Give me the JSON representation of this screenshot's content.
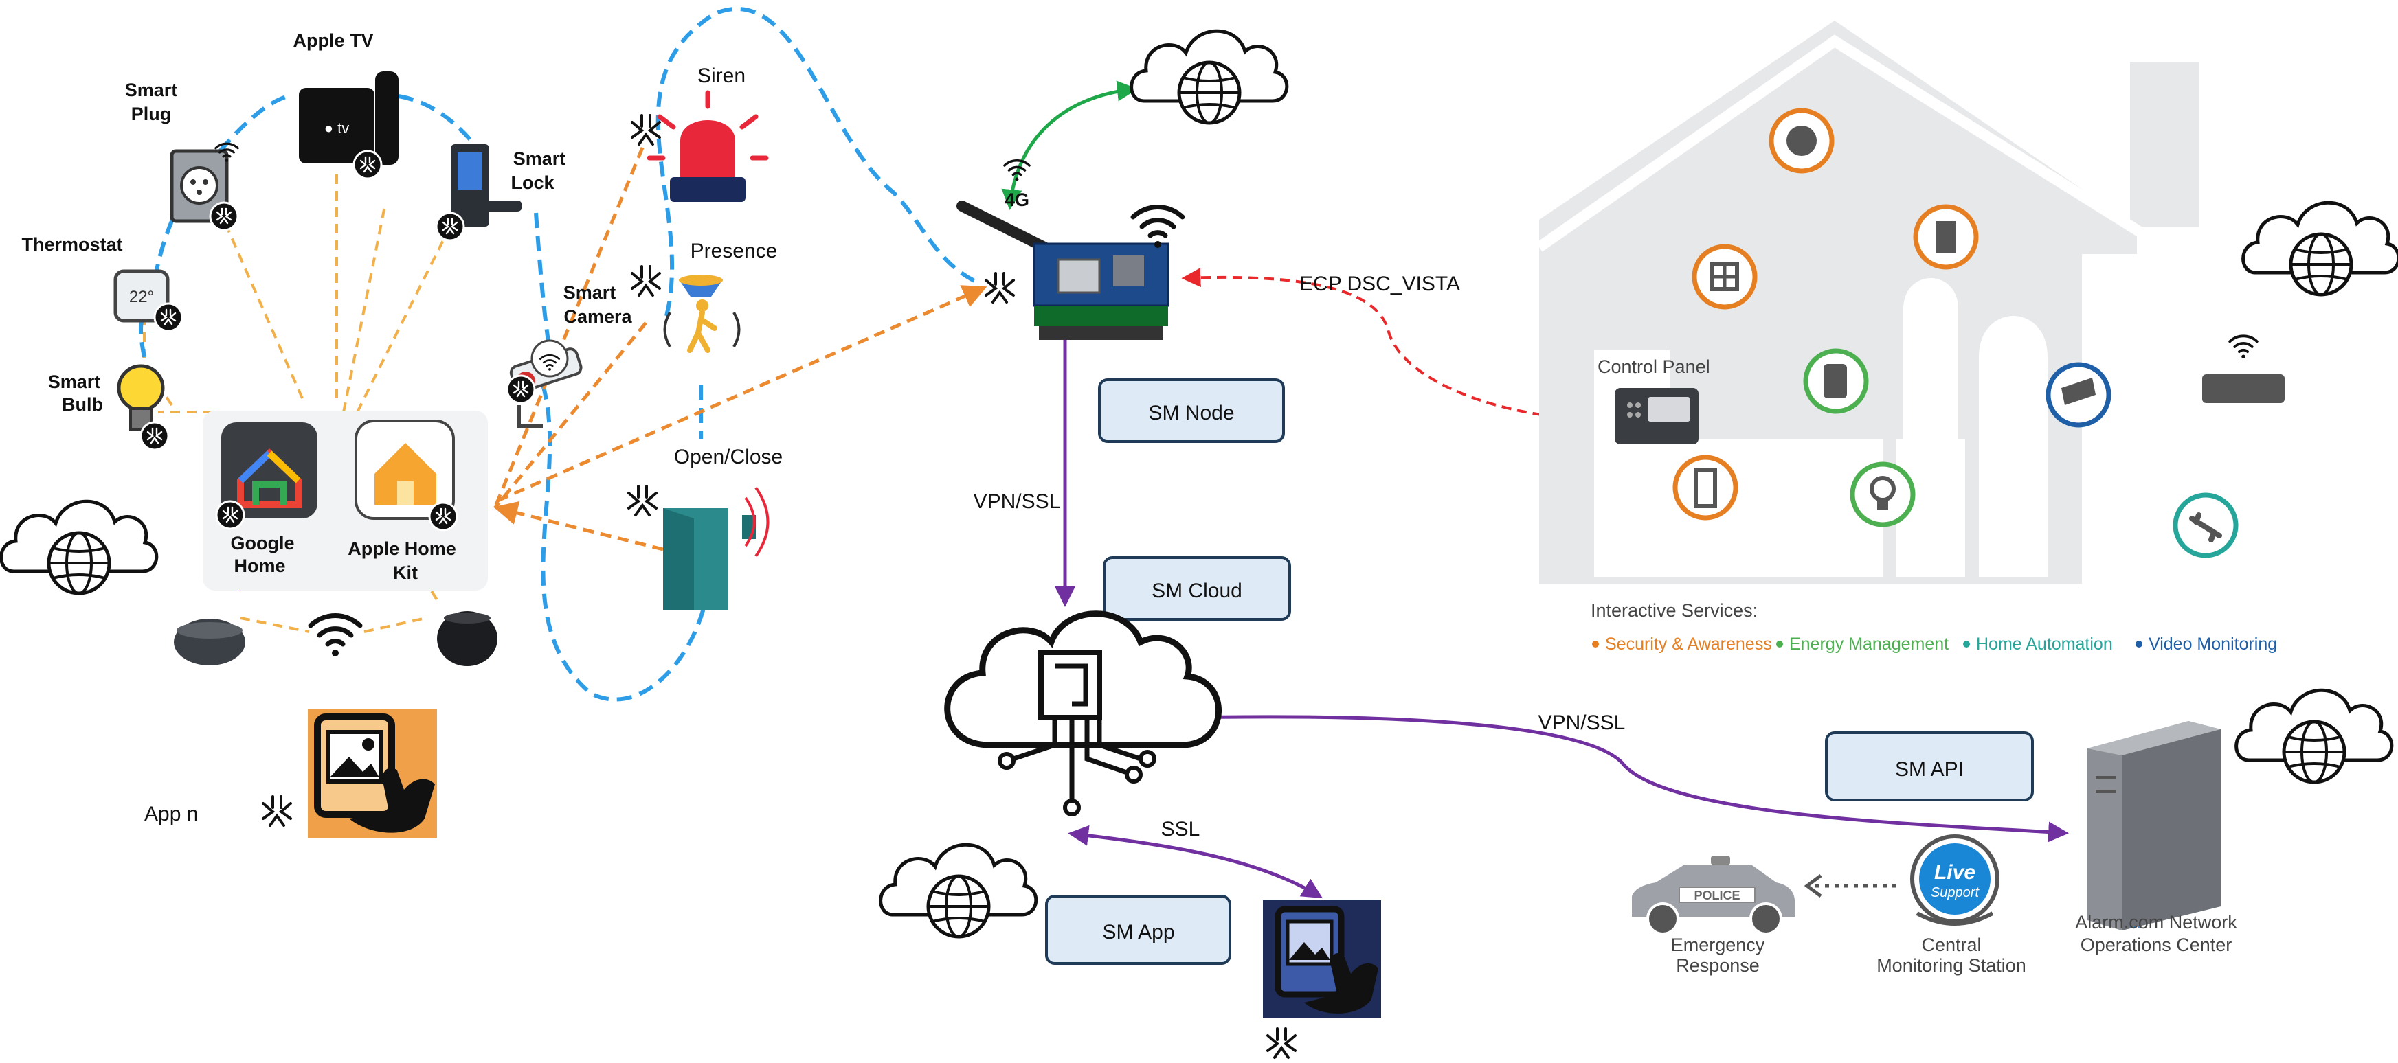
{
  "devices": {
    "apple_tv": "Apple TV",
    "smart_plug_1": "Smart",
    "smart_plug_2": "Plug",
    "smart_lock_1": "Smart",
    "smart_lock_2": "Lock",
    "thermostat": "Thermostat",
    "thermostat_display": "22°",
    "smart_bulb_1": "Smart",
    "smart_bulb_2": "Bulb",
    "smart_camera_1": "Smart",
    "smart_camera_2": "Camera",
    "siren": "Siren",
    "presence": "Presence",
    "open_close": "Open/Close",
    "app_n": "App n"
  },
  "hubs": {
    "google_1": "Google",
    "google_2": "Home",
    "apple_1": "Apple Home",
    "apple_2": "Kit"
  },
  "node": {
    "lte": "4G",
    "sm_node": "SM Node",
    "ecp": "ECP DSC_VISTA"
  },
  "links": {
    "vpn_ssl_node": "VPN/SSL",
    "vpn_ssl_api": "VPN/SSL",
    "ssl": "SSL"
  },
  "cloud": {
    "sm_cloud": "SM Cloud"
  },
  "app": {
    "sm_app": "SM App"
  },
  "api": {
    "sm_api": "SM API"
  },
  "house": {
    "control_panel": "Control Panel",
    "services_title": "Interactive Services:",
    "legend": [
      {
        "label": "Security & Awareness",
        "color": "#e67e22"
      },
      {
        "label": "Energy Management",
        "color": "#4caf50"
      },
      {
        "label": "Home Automation",
        "color": "#26a69a"
      },
      {
        "label": "Video Monitoring",
        "color": "#1f5fa8"
      }
    ]
  },
  "monitoring": {
    "police": "POLICE",
    "live_1": "Live",
    "live_2": "Support",
    "emergency_1": "Emergency",
    "emergency_2": "Response",
    "central_1": "Central",
    "central_2": "Monitoring Station",
    "noc_1": "Alarm.com Network",
    "noc_2": "Operations Center"
  },
  "colors": {
    "orange_link": "#f0a030",
    "blue_dashed": "#2e9de8",
    "purple": "#7030a0",
    "green": "#1ea84a",
    "red_dashed": "#e8282b",
    "box_fill": "#deebf7",
    "box_stroke": "#1f3b57"
  }
}
